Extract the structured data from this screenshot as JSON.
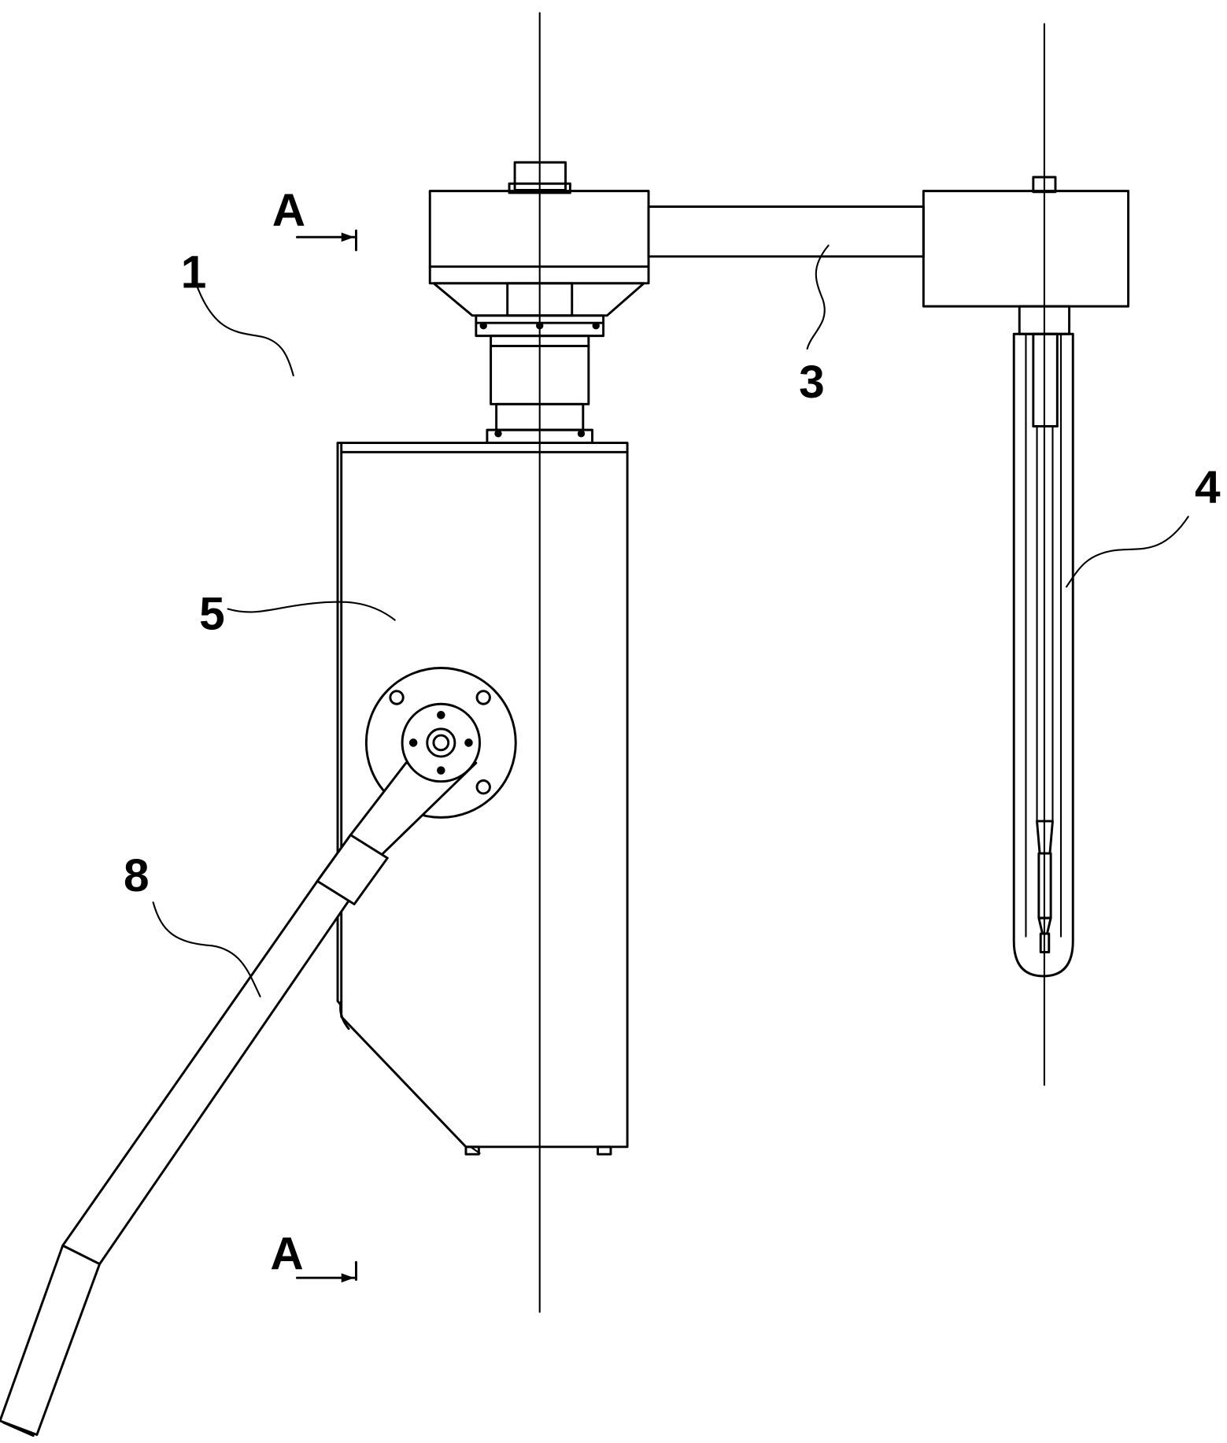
{
  "labels": {
    "assembly": "1",
    "arm": "3",
    "probe": "4",
    "housing": "5",
    "handle": "8"
  },
  "section_marks": {
    "top": "A",
    "bottom": "A"
  }
}
